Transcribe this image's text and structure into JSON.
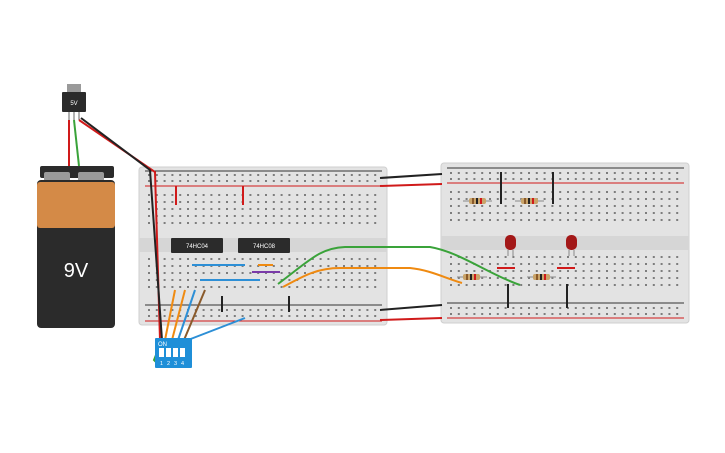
{
  "battery": {
    "label": "9V"
  },
  "regulator": {
    "label": "5V"
  },
  "chips": [
    {
      "id": "u1",
      "label": "74HC04"
    },
    {
      "id": "u2",
      "label": "74HC08"
    }
  ],
  "dip_switch": {
    "on_label": "ON",
    "switch_labels": [
      "1",
      "2",
      "3",
      "4"
    ]
  },
  "colors": {
    "battery_body": "#2b2b2b",
    "battery_top": "#d48a47",
    "breadboard": "#e3e3e3",
    "dip_switch": "#1f8fd8",
    "wire_red": "#d01a1a",
    "wire_black": "#222222",
    "wire_green": "#3aa33a",
    "wire_orange": "#ef8a11",
    "wire_blue": "#2d8fd6",
    "wire_brown": "#8a5a2b",
    "wire_purple": "#7a3aa8",
    "led": "#a31818"
  }
}
